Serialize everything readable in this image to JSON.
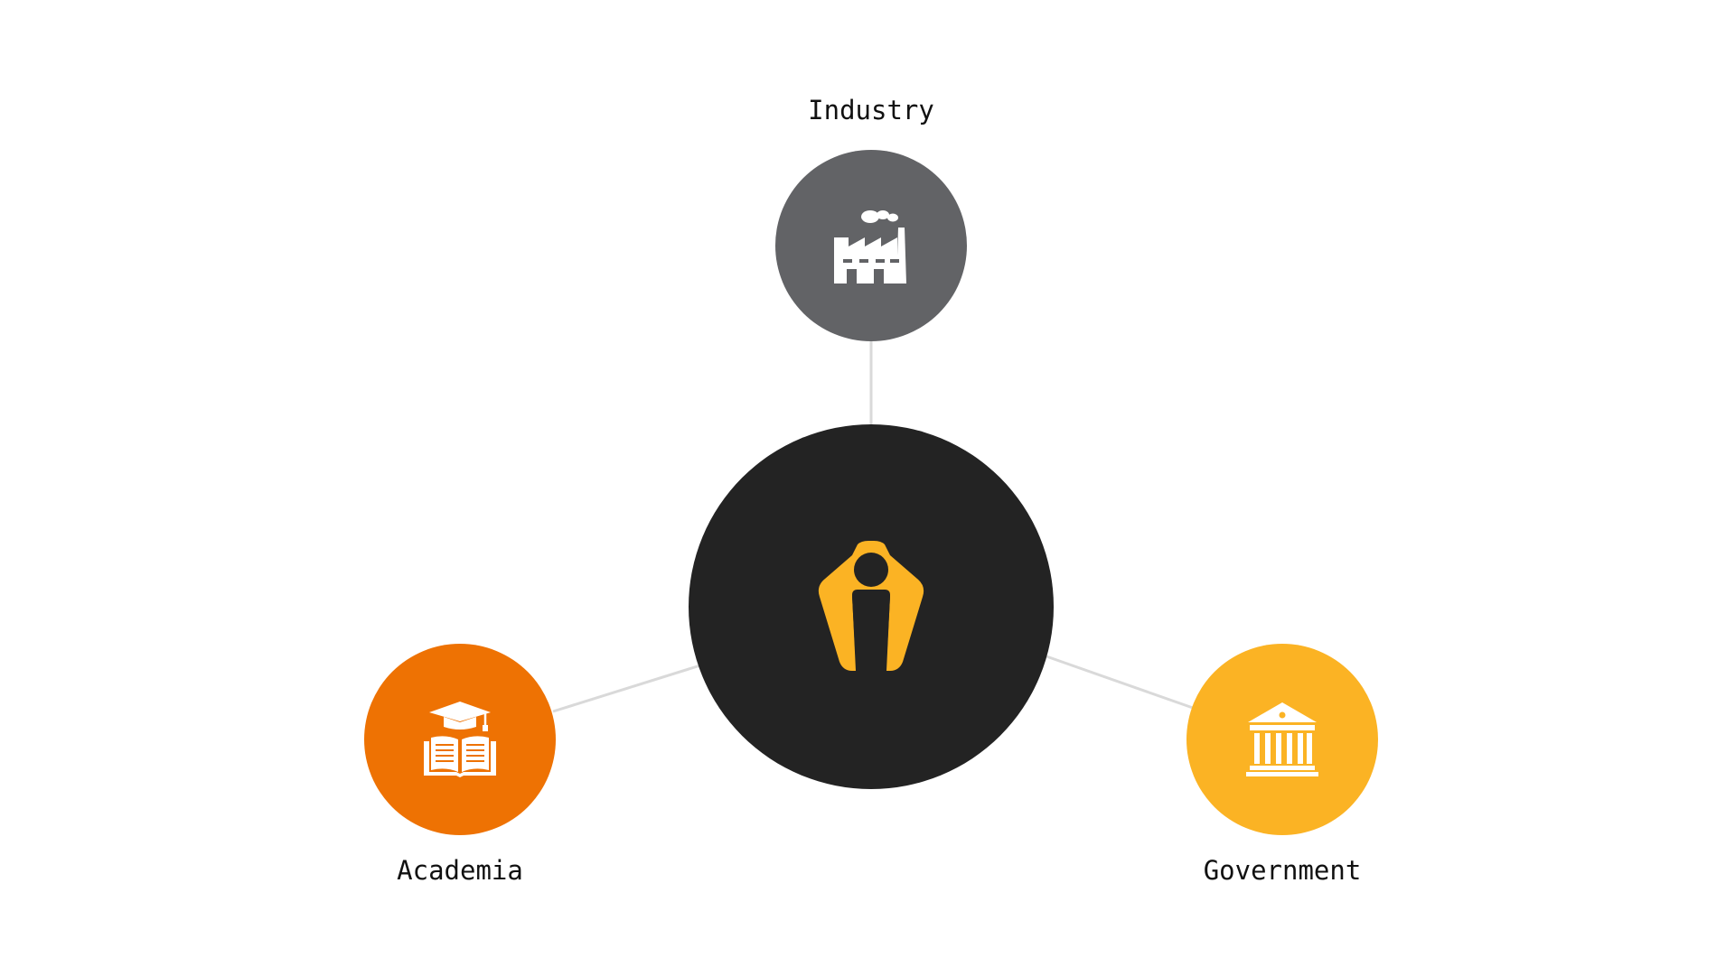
{
  "diagram": {
    "center": {
      "icon": "person-gripper-icon",
      "color": "#232323",
      "icon_color": "#fbb324"
    },
    "nodes": {
      "industry": {
        "label": "Industry",
        "icon": "factory-icon",
        "color": "#626366"
      },
      "academia": {
        "label": "Academia",
        "icon": "graduation-book-icon",
        "color": "#ee7203"
      },
      "government": {
        "label": "Government",
        "icon": "government-building-icon",
        "color": "#fbb324"
      }
    },
    "connector_color": "#d9d9d9"
  }
}
